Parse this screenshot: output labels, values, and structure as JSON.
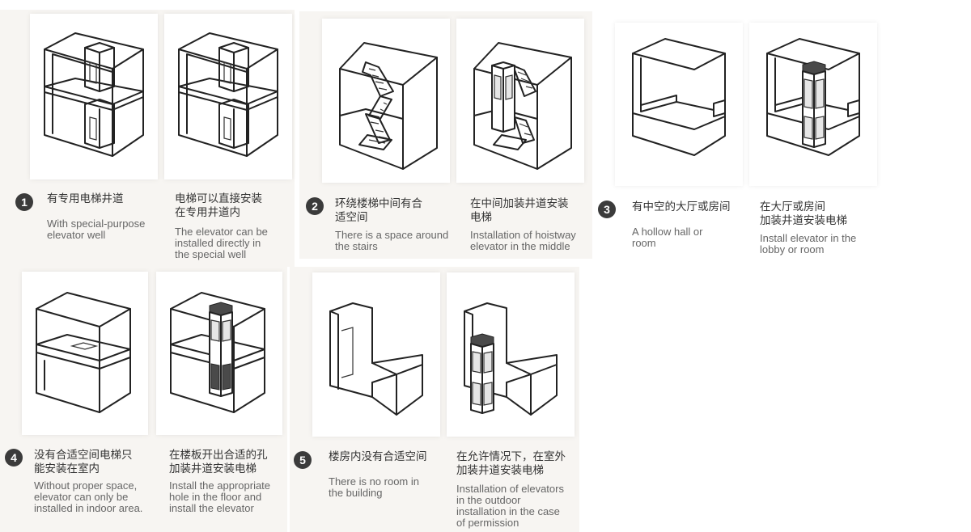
{
  "groups": [
    {
      "number": "1",
      "options": [
        {
          "zh": "有专用电梯井道",
          "en": [
            "With special-purpose",
            "elevator well"
          ]
        },
        {
          "zh": [
            "电梯可以直接安装",
            "在专用井道内"
          ],
          "en": [
            "The elevator can be",
            "installed directly in",
            "the special well"
          ]
        }
      ]
    },
    {
      "number": "2",
      "options": [
        {
          "zh": [
            "环绕楼梯中间有合",
            "适空间"
          ],
          "en": [
            "There is a space around",
            "the stairs"
          ]
        },
        {
          "zh": [
            "在中间加装井道安装",
            "电梯"
          ],
          "en": [
            "Installation of hoistway",
            "elevator in the middle"
          ]
        }
      ]
    },
    {
      "number": "3",
      "options": [
        {
          "zh": "有中空的大厅或房间",
          "en": [
            "A hollow hall or",
            "room"
          ]
        },
        {
          "zh": [
            "在大厅或房间",
            "加装井道安装电梯"
          ],
          "en": [
            "Install elevator in the",
            "lobby or room"
          ]
        }
      ]
    },
    {
      "number": "4",
      "options": [
        {
          "zh": [
            "没有合适空间电梯只",
            "能安装在室内"
          ],
          "en": [
            "Without proper space,",
            "elevator can only be",
            "installed in indoor area."
          ]
        },
        {
          "zh": [
            "在楼板开出合适的孔",
            "加装井道安装电梯"
          ],
          "en": [
            "Install the appropriate",
            "hole in the floor and",
            "install the elevator"
          ]
        }
      ]
    },
    {
      "number": "5",
      "options": [
        {
          "zh": "楼房内没有合适空间",
          "en": [
            "There is no room in",
            "the building"
          ]
        },
        {
          "zh": [
            "在允许情况下，在室外",
            "加装井道安装电梯"
          ],
          "en": [
            "Installation of elevators",
            "in the outdoor",
            "installation in the case",
            "of permission"
          ]
        }
      ]
    }
  ]
}
